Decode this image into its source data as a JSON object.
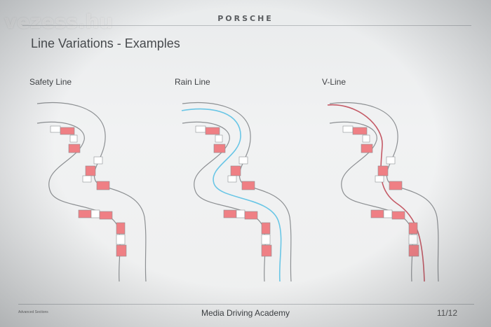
{
  "watermark": "vezess.hu",
  "slide": {
    "brand": "PORSCHE",
    "title": "Line Variations - Examples",
    "footer_left": "Advanced Sections",
    "footer_center": "Media Driving Academy",
    "page_number": "11/12"
  },
  "diagrams": [
    {
      "label": "Safety Line",
      "line_color": ""
    },
    {
      "label": "Rain Line",
      "line_color": "#69c6e6"
    },
    {
      "label": "V-Line",
      "line_color": "#c45a66"
    }
  ],
  "colors": {
    "kerb_red": "#ef7f84",
    "kerb_white": "#ffffff",
    "track_edge": "#8d9093"
  }
}
